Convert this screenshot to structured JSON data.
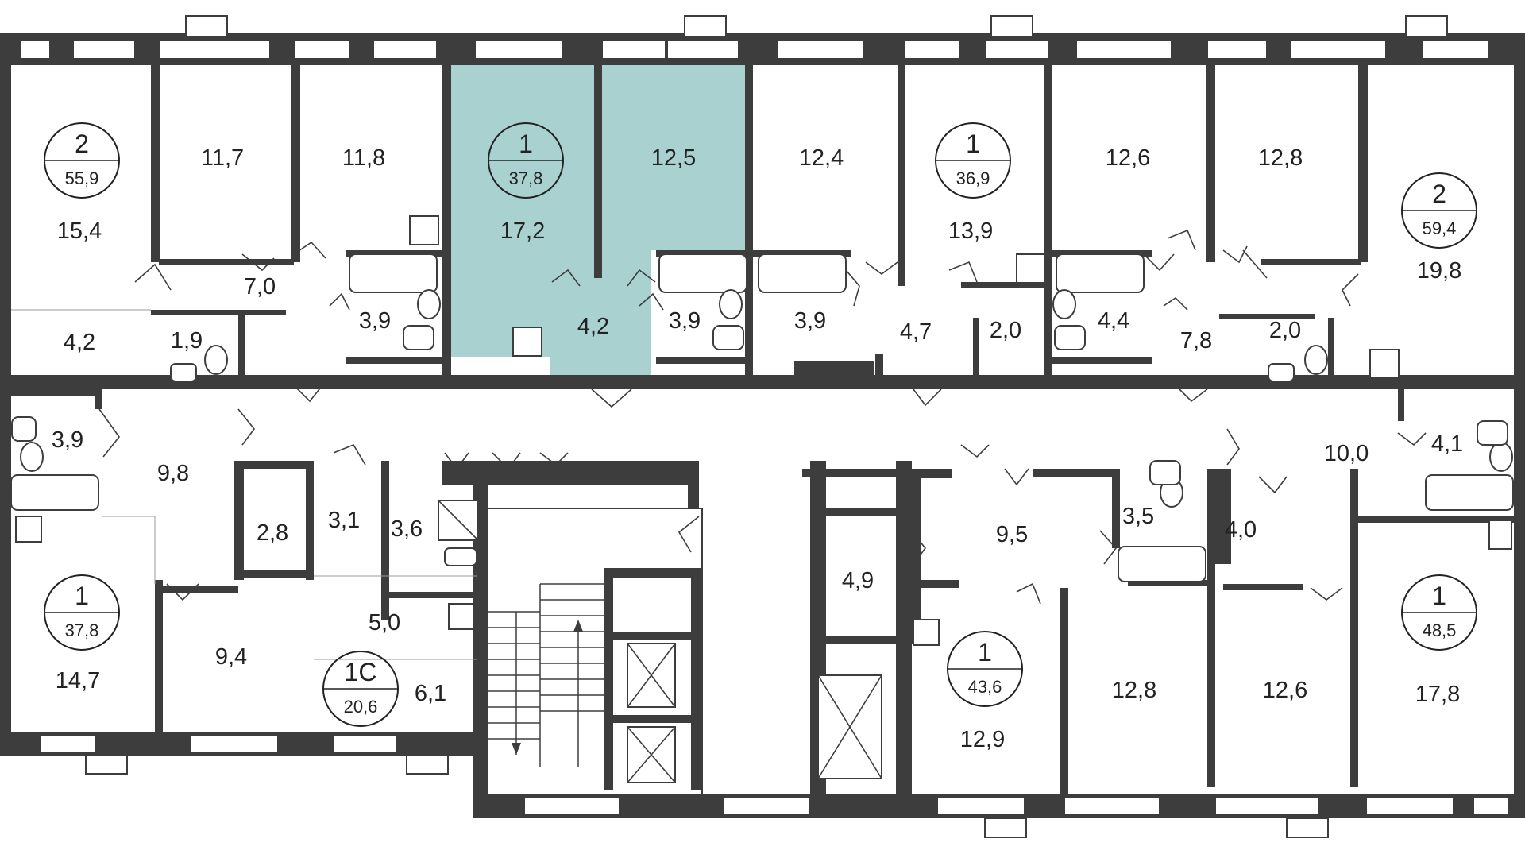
{
  "plan": {
    "highlight_color": "#a8d1cf",
    "wall_color": "#3d3d3d",
    "apartments": [
      {
        "id": "a1",
        "rooms": "2",
        "area": "55,9"
      },
      {
        "id": "a2",
        "rooms": "1",
        "area": "37,8"
      },
      {
        "id": "a3",
        "rooms": "1",
        "area": "36,9"
      },
      {
        "id": "a4",
        "rooms": "2",
        "area": "59,4"
      },
      {
        "id": "a5",
        "rooms": "1",
        "area": "37,8"
      },
      {
        "id": "a6",
        "rooms": "1С",
        "area": "20,6"
      },
      {
        "id": "a7",
        "rooms": "1",
        "area": "43,6"
      },
      {
        "id": "a8",
        "rooms": "1",
        "area": "48,5"
      }
    ],
    "room_areas": {
      "r01": "11,7",
      "r02": "11,8",
      "r03": "12,5",
      "r04": "12,4",
      "r05": "12,6",
      "r06": "12,8",
      "r07": "15,4",
      "r08": "17,2",
      "r09": "13,9",
      "r10": "19,8",
      "r11": "7,0",
      "r12": "4,2",
      "r13": "1,9",
      "r14": "3,9",
      "r15": "4,2",
      "r16": "3,9",
      "r17": "3,9",
      "r18": "4,7",
      "r19": "2,0",
      "r20": "4,4",
      "r21": "7,8",
      "r22": "2,0",
      "r23": "3,9",
      "r24": "9,8",
      "r25": "10,0",
      "r26": "4,1",
      "r27": "2,8",
      "r28": "3,1",
      "r29": "3,6",
      "r30": "9,5",
      "r31": "3,5",
      "r32": "4,0",
      "r33": "4,9",
      "r34": "5,0",
      "r35": "9,4",
      "r36": "14,7",
      "r37": "6,1",
      "r38": "12,8",
      "r39": "12,6",
      "r40": "17,8",
      "r41": "12,9"
    }
  }
}
